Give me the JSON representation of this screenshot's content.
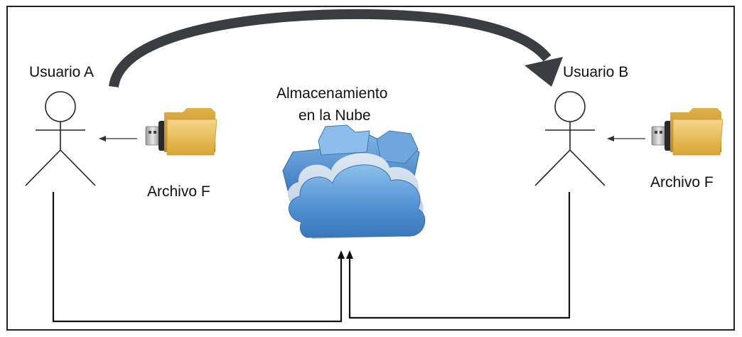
{
  "user_a": {
    "label": "Usuario A"
  },
  "user_b": {
    "label": "Usuario B"
  },
  "storage": {
    "label_line1": "Almacenamiento",
    "label_line2": "en la Nube"
  },
  "file_a": {
    "label": "Archivo F"
  },
  "file_b": {
    "label": "Archivo F"
  },
  "icons": {
    "actor": "stick-figure-icon",
    "file": "usb-folder-icon",
    "cloud": "cloud-storage-icon"
  },
  "colors": {
    "border": "#222222",
    "line": "#111111",
    "curved_arrow": "#3a3d41",
    "folder": "#e8b94a",
    "cloud": "#5b9bd5"
  }
}
